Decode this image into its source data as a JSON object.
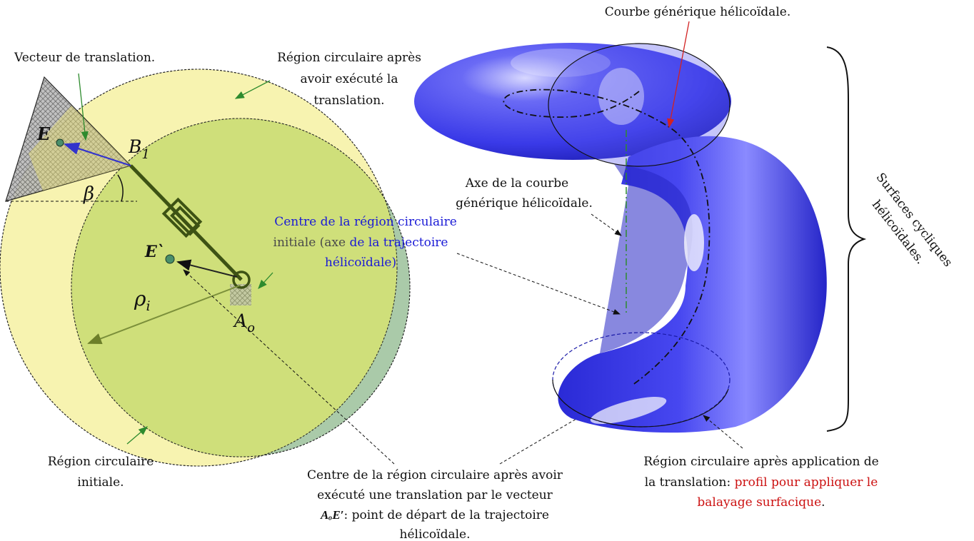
{
  "labels": {
    "translation_vector": "Vecteur de translation.",
    "circular_region_after_1": "Région circulaire après",
    "circular_region_after_2": "avoir exécuté la",
    "circular_region_after_3": "translation.",
    "initial_region_1": "Région circulaire",
    "initial_region_2": "initiale.",
    "helicoidal_curve": "Courbe générique hélicoïdale.",
    "axis_curve_1": "Axe de la courbe",
    "axis_curve_2": "générique hélicoïdale.",
    "centre_initial_1a": "Centre de la ",
    "centre_initial_1b": "région circulaire",
    "centre_initial_2a": "initiale (axe ",
    "centre_initial_2b": "de la trajectoire",
    "centre_initial_3": "hélicoïdale)",
    "centre_after_1": "Centre de la région circulaire après avoir",
    "centre_after_2": "exécuté une translation par le vecteur",
    "centre_after_3b": ": point de départ de la trajectoire",
    "centre_after_4": "hélicoïdale.",
    "region_after_app_1": "Région circulaire après application de",
    "region_after_app_2a": "la translation: ",
    "region_after_app_2b": "profil pour appliquer le",
    "region_after_app_3": "balayage surfacique",
    "region_after_app_3b": ".",
    "surfaces_1": "Surfaces cycliques",
    "surfaces_2": "hélicoïdales."
  },
  "math": {
    "E": "E",
    "B1": "B",
    "B1_sub": "1",
    "beta": "β",
    "E_prime": "E`",
    "rho": "ρ",
    "rho_sub": "i",
    "Ao": "A",
    "Ao_sub": "o",
    "vector": "AₒE′"
  },
  "colors": {
    "yellow_region": "#f7f3b0",
    "green_region": "#a9cba9",
    "overlap": "#cfdf7a",
    "mechanism": "#556b1e",
    "surface_blue": "#3d3df2",
    "arrow_green": "#2e8b2e",
    "arrow_blue": "#3333cc",
    "arrow_red": "#d22222"
  }
}
